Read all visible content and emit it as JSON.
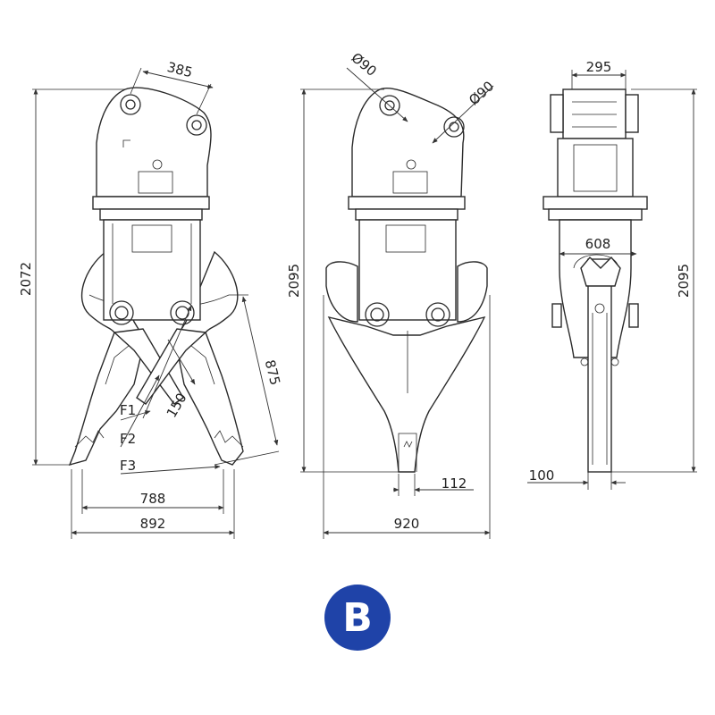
{
  "badge": {
    "letter": "B",
    "color": "#1f43a8"
  },
  "views": {
    "front": {
      "height": "2072",
      "pin_spacing": "385",
      "opening": "875",
      "tip": "150",
      "f1": "F1",
      "f2": "F2",
      "f3": "F3",
      "inner_width": "788",
      "outer_width": "892"
    },
    "side": {
      "height": "2095",
      "pin_dia_1": "Ø90",
      "pin_dia_2": "Ø90",
      "tip_width": "112",
      "width": "920"
    },
    "rear": {
      "height": "2095",
      "top_width": "295",
      "body_width": "608",
      "tip_width": "100"
    }
  }
}
